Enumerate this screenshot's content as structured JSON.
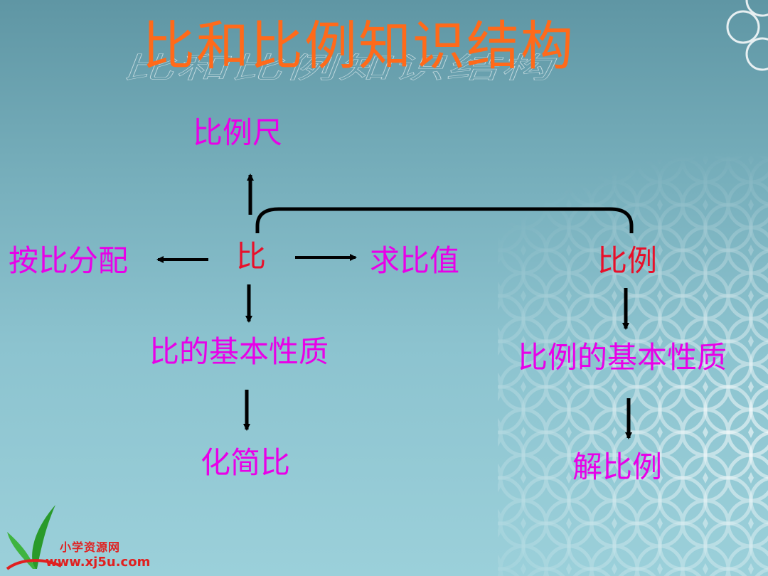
{
  "title": "比和比例知识结构",
  "nodes": {
    "scale": "比例尺",
    "distribute": "按比分配",
    "ratio": "比",
    "ratio_value": "求比值",
    "proportion": "比例",
    "ratio_property": "比的基本性质",
    "proportion_property": "比例的基本性质",
    "simplify": "化简比",
    "solve": "解比例"
  },
  "logo": {
    "line1": "小学资源网",
    "line2": "www.xj5u.com"
  },
  "colors": {
    "title": "#ff6a1a",
    "node_text": "#e800e8",
    "root_text": "#e8102a",
    "arrow": "#000000"
  }
}
